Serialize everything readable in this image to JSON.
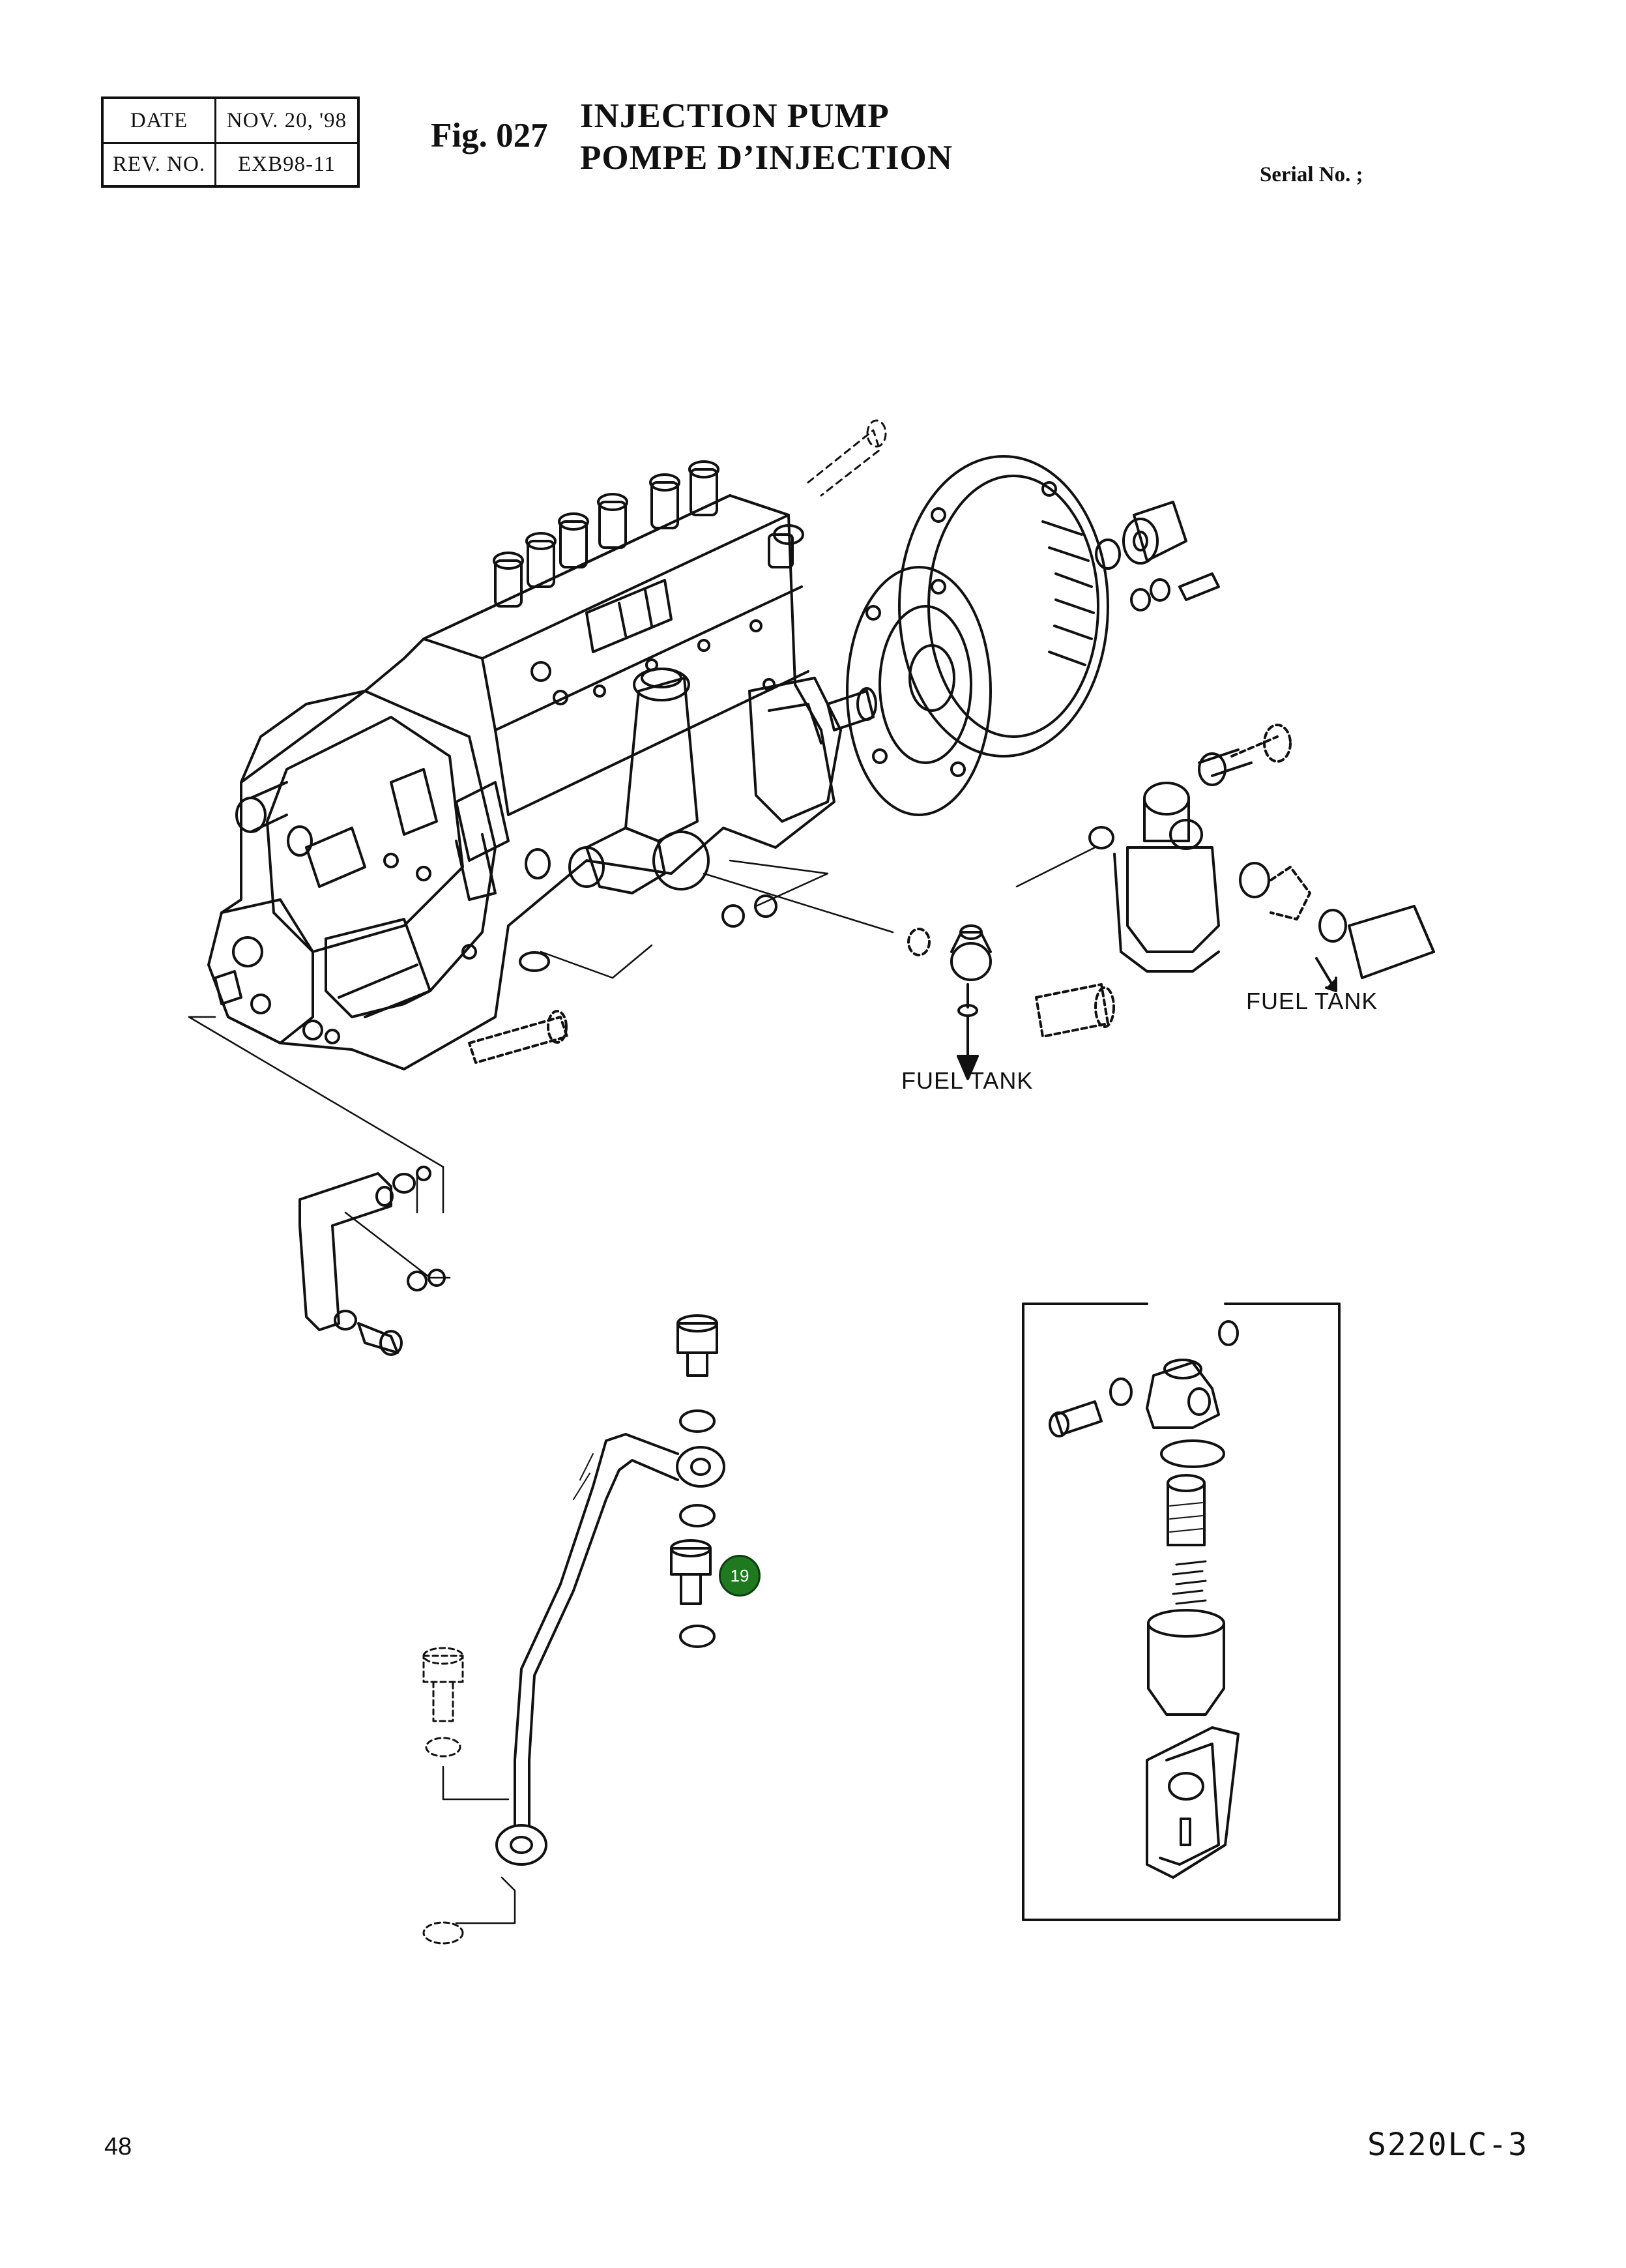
{
  "header": {
    "date_label": "DATE",
    "date_value": "NOV. 20, '98",
    "rev_label": "REV. NO.",
    "rev_value": "EXB98-11",
    "fig_no": "Fig. 027",
    "title_en": "INJECTION PUMP",
    "title_fr": "POMPE D’INJECTION",
    "serial": "Serial No. ;"
  },
  "labels": {
    "fuel_tank_right": "FUEL TANK",
    "fuel_tank_center": "FUEL TANK"
  },
  "callouts": [
    {
      "number": "19",
      "color": "#1f7a1f"
    }
  ],
  "footer": {
    "page_number": "48",
    "model": "S220LC-3"
  }
}
